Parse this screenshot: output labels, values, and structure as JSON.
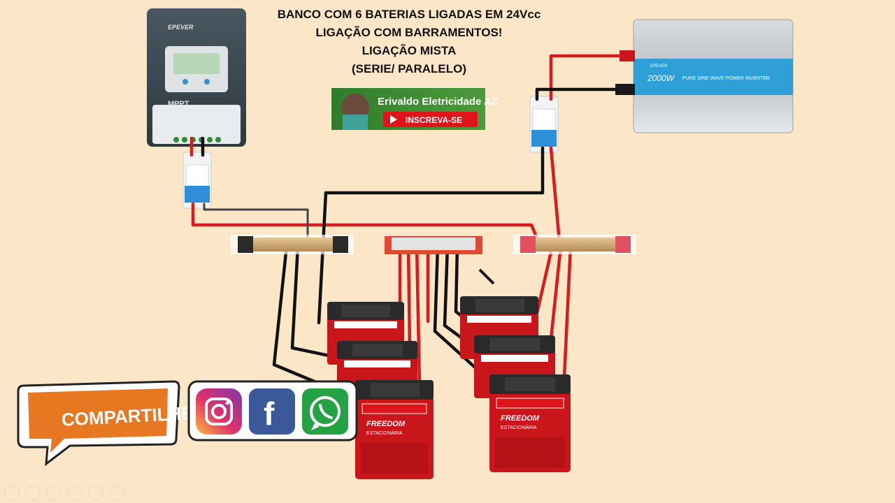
{
  "title": {
    "line1": "BANCO COM 6 BATERIAS  LIGADAS  EM 24Vcc",
    "line2": "LIGAÇÃO COM BARRAMENTOS!",
    "line3": "LIGAÇÃO MISTA",
    "line4": "(SERIE/ PARALELO)"
  },
  "controller": {
    "brand": "EPEVER",
    "model": "MPPT",
    "subtitle": "SOLAR CHARGE CONTROLLER"
  },
  "inverter": {
    "brand": "EPEVER",
    "power": "2000W",
    "label": "PURE SINE WAVE POWER INVERTER"
  },
  "channel_banner": {
    "name": "Erivaldo Eletricidade AZ",
    "subscribe": "INSCREVA-SE"
  },
  "battery": {
    "brand": "FREEDOM",
    "type": "ESTACIONÁRIA"
  },
  "share": {
    "label": "COMPARTILHE"
  },
  "colors": {
    "background": "#fbe6c8",
    "wire_positive": "#d61c1c",
    "wire_negative": "#111111",
    "share_orange": "#e87722",
    "facebook": "#3b5998",
    "whatsapp": "#25a244"
  },
  "icons": [
    "instagram-icon",
    "facebook-icon",
    "whatsapp-icon",
    "youtube-icon"
  ]
}
